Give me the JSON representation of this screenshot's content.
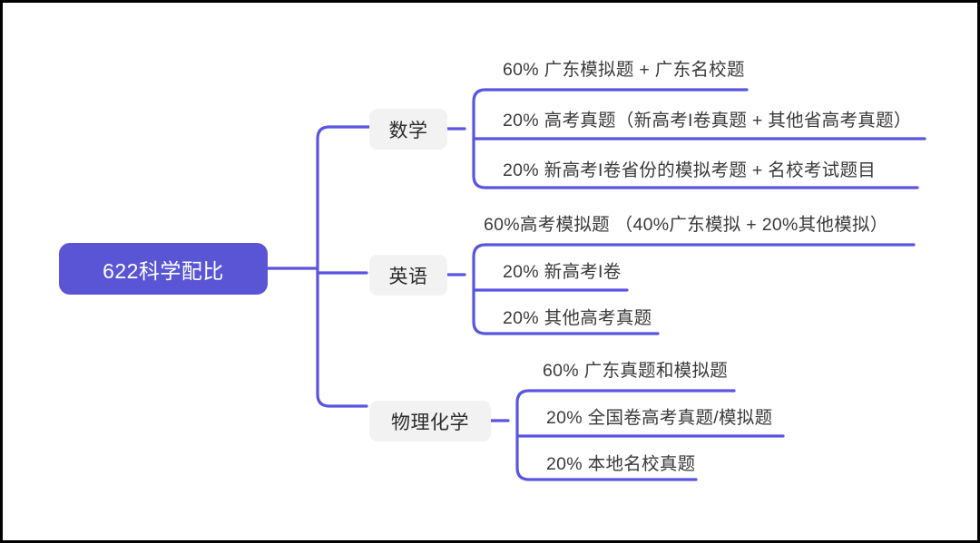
{
  "diagram": {
    "type": "mind-map",
    "title": "622科学配比",
    "colors": {
      "root_fill": "#5a55d4",
      "root_text": "#ffffff",
      "branch_fill": "#f2f2f2",
      "branch_text": "#2b2b2b",
      "connector": "#5a55e0",
      "leaf_text": "#3a3a3a",
      "canvas": "#ffffff",
      "frame": "#000000"
    }
  },
  "root": {
    "label": "622科学配比"
  },
  "branches": [
    {
      "id": "math",
      "label": "数学",
      "leaves": [
        {
          "text": "60% 广东模拟题 + 广东名校题"
        },
        {
          "text": "20% 高考真题（新高考I卷真题 + 其他省高考真题）"
        },
        {
          "text": "20% 新高考I卷省份的模拟考题 + 名校考试题目"
        }
      ]
    },
    {
      "id": "english",
      "label": "英语",
      "leaves": [
        {
          "text": "60%高考模拟题 （40%广东模拟 + 20%其他模拟）"
        },
        {
          "text": "20% 新高考I卷"
        },
        {
          "text": "20% 其他高考真题"
        }
      ]
    },
    {
      "id": "physics",
      "label": "物理化学",
      "leaves": [
        {
          "text": "60% 广东真题和模拟题"
        },
        {
          "text": "20% 全国卷高考真题/模拟题"
        },
        {
          "text": "20% 本地名校真题"
        }
      ]
    }
  ]
}
